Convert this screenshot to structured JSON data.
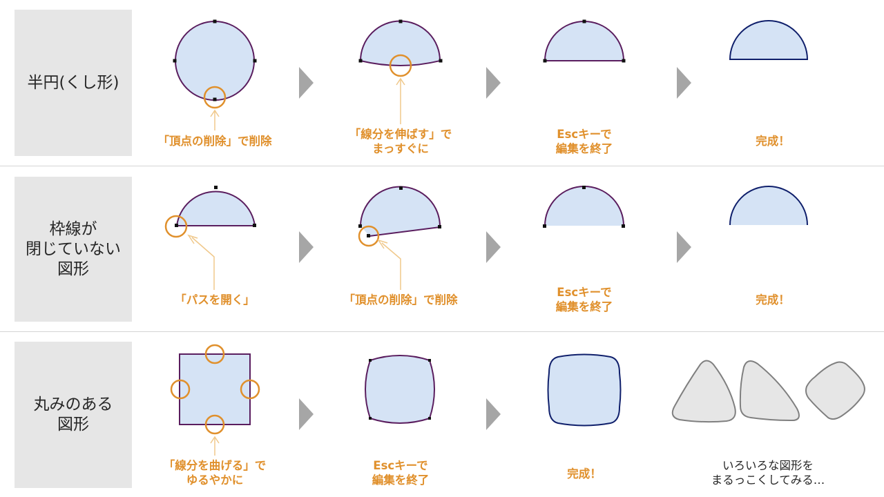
{
  "rows": [
    {
      "label": "半円(くし形)",
      "steps": [
        "「頂点の削除」で削除",
        "「線分を伸ばす」で\nまっすぐに",
        "Escキーで\n編集を終了",
        "完成！"
      ]
    },
    {
      "label": "枠線が\n閉じていない\n図形",
      "steps": [
        "「パスを開く」",
        "「頂点の削除」で削除",
        "Escキーで\n編集を終了",
        "完成！"
      ]
    },
    {
      "label": "丸みのある\n図形",
      "steps": [
        "「線分を曲げる」で\nゆるやかに",
        "Escキーで\n編集を終了",
        "完成！",
        "いろいろな図形を\nまるっこくしてみる…"
      ]
    }
  ],
  "colors": {
    "accent": "#e0902c",
    "callout_line": "#f0c88a",
    "shape_fill": "#d5e3f5",
    "edit_outline": "#5a1d5e",
    "final_outline": "#0f1f6b",
    "arrow": "#a6a6a6",
    "gray_shape_fill": "#e6e6e6",
    "gray_shape_outline": "#7f7f7f"
  }
}
